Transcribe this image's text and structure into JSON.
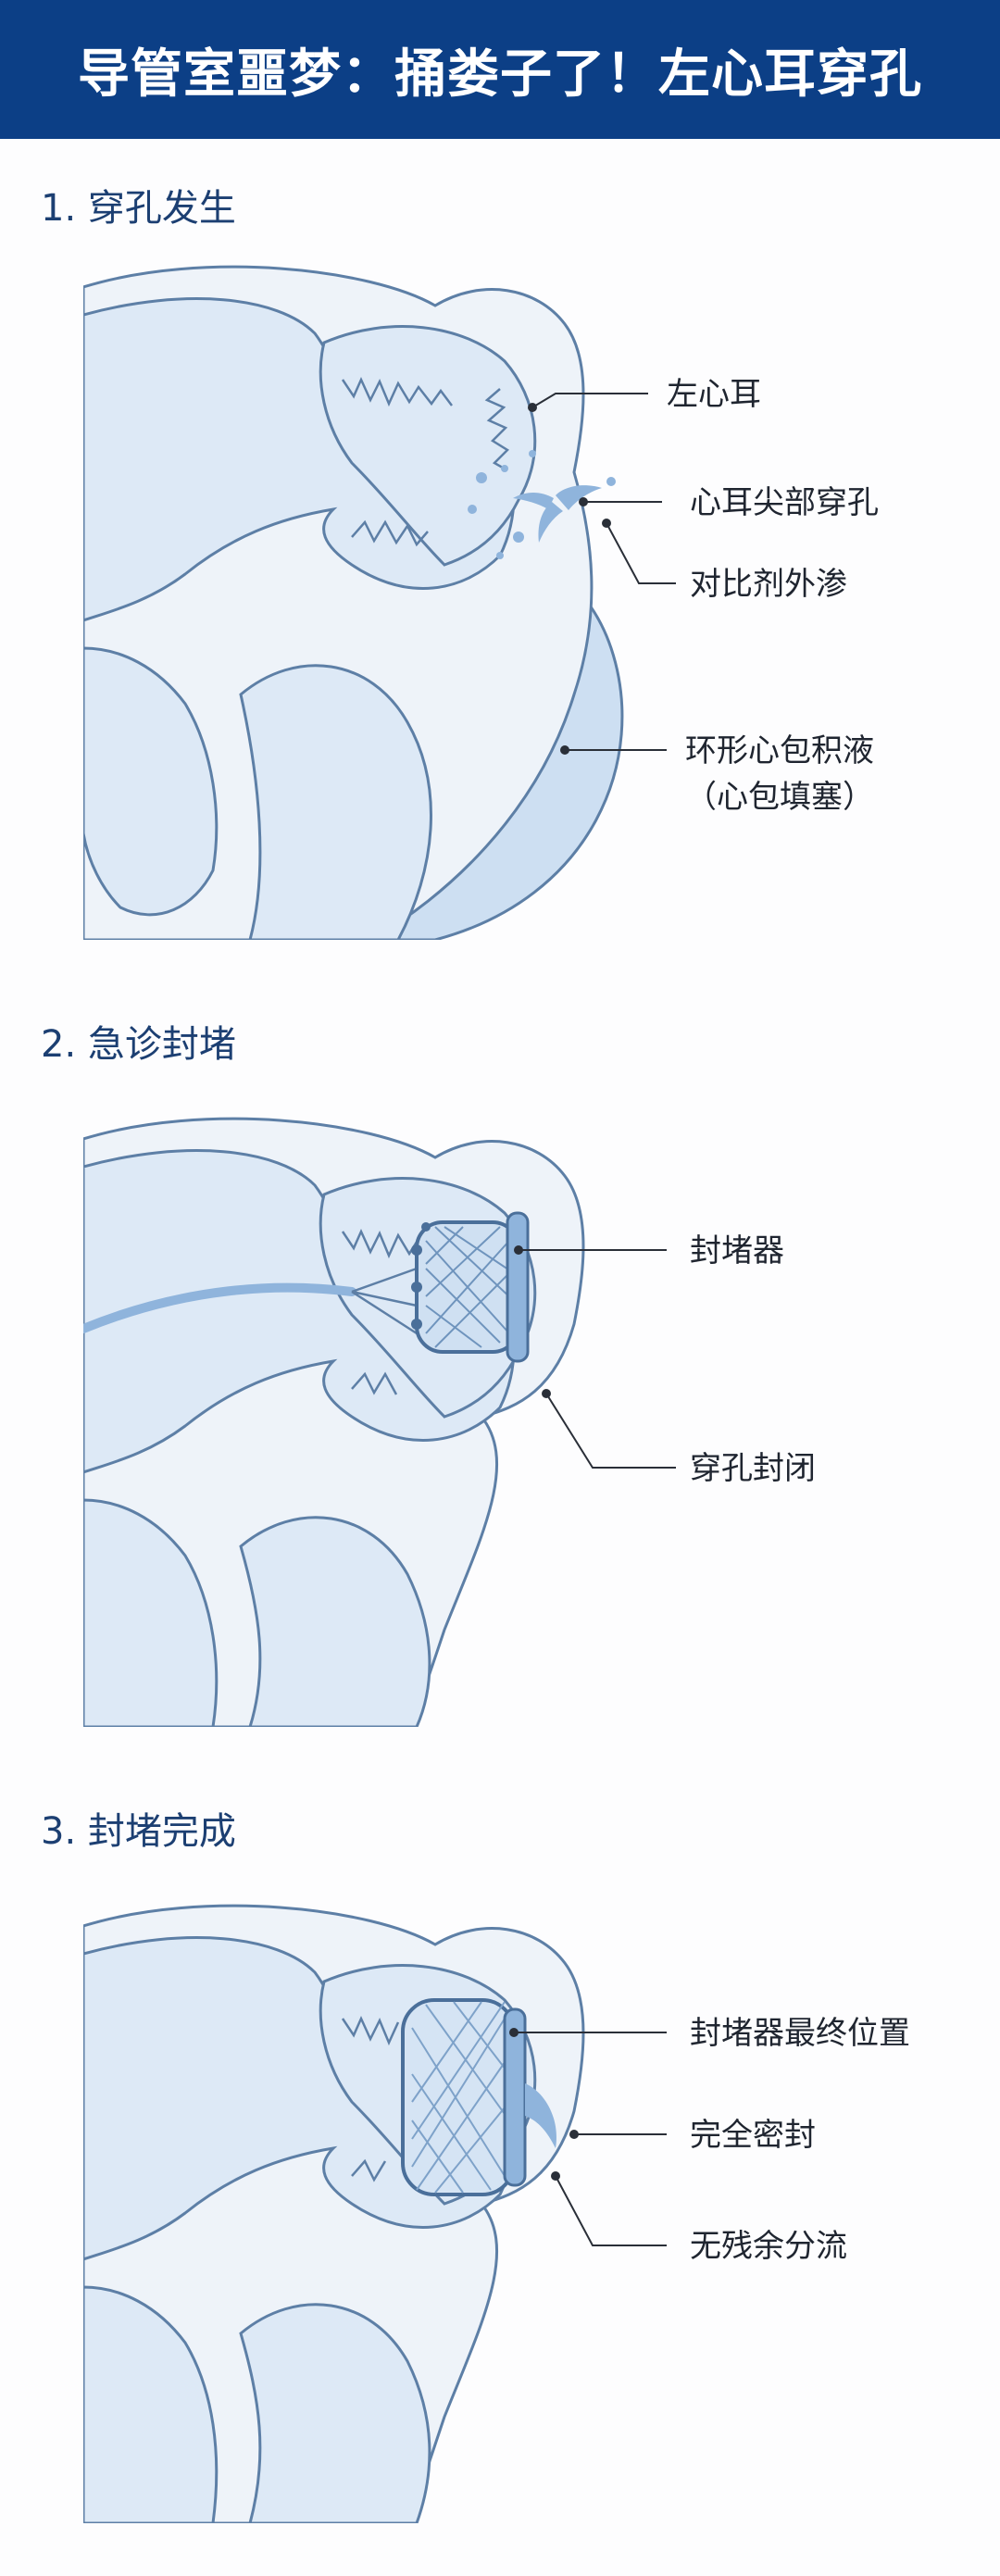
{
  "title": "导管室噩梦：捅娄子了！左心耳穿孔",
  "colors": {
    "banner": "#0c3f86",
    "chamber": "#dde9f6",
    "wall": "#eef3f9",
    "outline": "#5d7fa6",
    "effusion": "#cddff2",
    "device": "#8fb4dc"
  },
  "sections": [
    {
      "heading": "1. 穿孔发生",
      "labels": {
        "laa": "左心耳",
        "tip": "心耳尖部穿孔",
        "leak": "对比剂外渗",
        "effusion_1": "环形心包积液",
        "effusion_2": "（心包填塞）"
      }
    },
    {
      "heading": "2. 急诊封堵",
      "labels": {
        "occluder": "封堵器",
        "sealed": "穿孔封闭"
      }
    },
    {
      "heading": "3. 封堵完成",
      "labels": {
        "final": "封堵器最终位置",
        "seal": "完全密封",
        "no_leak": "无残余分流"
      }
    }
  ]
}
